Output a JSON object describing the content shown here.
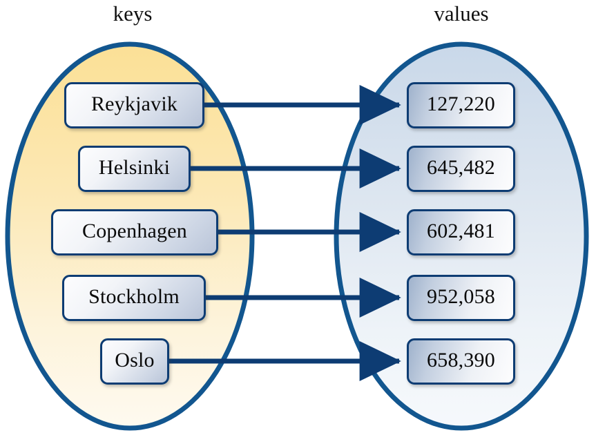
{
  "diagram": {
    "type": "key-value-mapping",
    "title_left": "keys",
    "title_right": "values",
    "colors": {
      "ellipse_stroke": "#12568f",
      "keys_fill_top": "#fbe29a",
      "keys_fill_bottom": "#fdf8ea",
      "values_fill_top": "#ccd9e8",
      "values_fill_bottom": "#f4f7fb",
      "arrow": "#0d3c73",
      "node_border": "#0d3c73",
      "text": "#0a0a0a"
    },
    "pairs": [
      {
        "key": "Reykjavik",
        "value": "127,220"
      },
      {
        "key": "Helsinki",
        "value": "645,482"
      },
      {
        "key": "Copenhagen",
        "value": "602,481"
      },
      {
        "key": "Stockholm",
        "value": "952,058"
      },
      {
        "key": "Oslo",
        "value": "658,390"
      }
    ]
  }
}
